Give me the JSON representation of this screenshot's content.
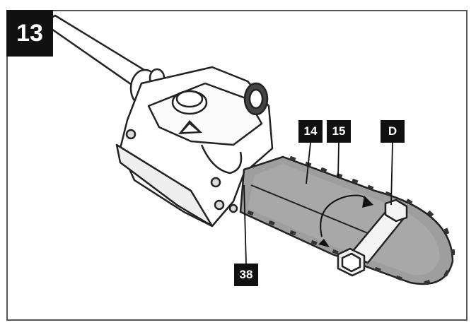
{
  "figure": {
    "step_number": "13",
    "callouts": {
      "c14": "14",
      "c15": "15",
      "cD": "D",
      "c38": "38"
    },
    "icons": [
      "pole-shaft",
      "gear-head",
      "chain-bar",
      "saw-chain",
      "bar-wrench",
      "warning-triangle-icon",
      "oil-cap"
    ]
  }
}
